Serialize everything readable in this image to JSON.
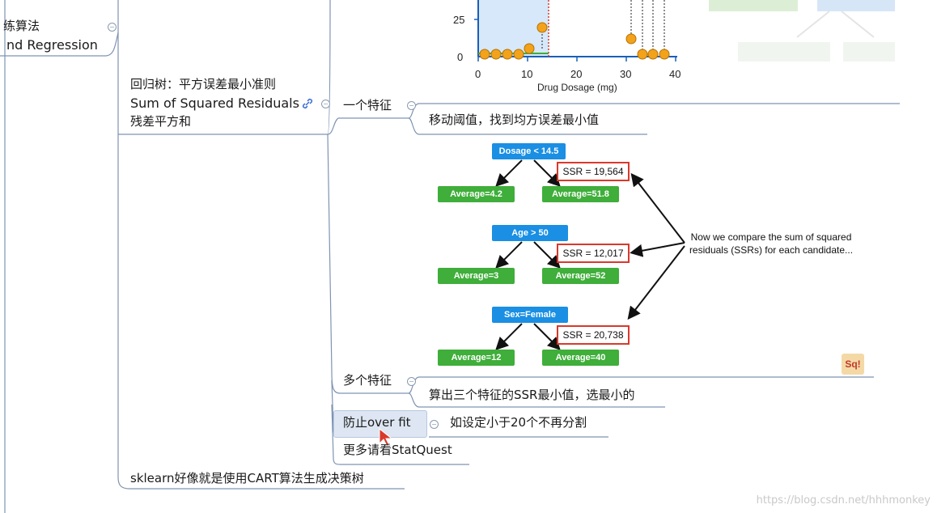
{
  "mindmap": {
    "root_fragment_1": "练算法",
    "root_fragment_2": "nd Regression",
    "regression_tree": {
      "line1": "回归树：平方误差最小准则",
      "line2": "Sum of Squared Residuals",
      "line3": "残差平方和"
    },
    "one_feature": "一个特征",
    "one_feature_note": "移动阈值，找到均方误差最小值",
    "multi_feature": "多个特征",
    "multi_feature_note": "算出三个特征的SSR最小值，选最小的",
    "prevent_overfit": "防止over fit",
    "prevent_overfit_note": "如设定小于20个不再分割",
    "more_statquest": "更多请看StatQuest",
    "sklearn": "sklearn好像就是使用CART算法生成决策树"
  },
  "plot": {
    "y_ticks": [
      "25",
      "0"
    ],
    "x_ticks": [
      "0",
      "10",
      "20",
      "30",
      "40"
    ],
    "xlabel": "Drug Dosage (mg)"
  },
  "trees": [
    {
      "root": "Dosage < 14.5",
      "left": "Average=4.2",
      "right": "Average=51.8",
      "ssr": "SSR = 19,564"
    },
    {
      "root": "Age > 50",
      "left": "Average=3",
      "right": "Average=52",
      "ssr": "SSR = 12,017"
    },
    {
      "root": "Sex=Female",
      "left": "Average=12",
      "right": "Average=40",
      "ssr": "SSR = 20,738"
    }
  ],
  "compare_note": "Now we compare the sum of squared residuals (SSRs) for each candidate...",
  "watermark": "https://blog.csdn.net/hhhmonkey",
  "colors": {
    "tree_blue": "#1a8fe3",
    "leaf_green": "#3fae3a",
    "ssr_border": "#d9392b",
    "map_line": "#7f93b3"
  }
}
